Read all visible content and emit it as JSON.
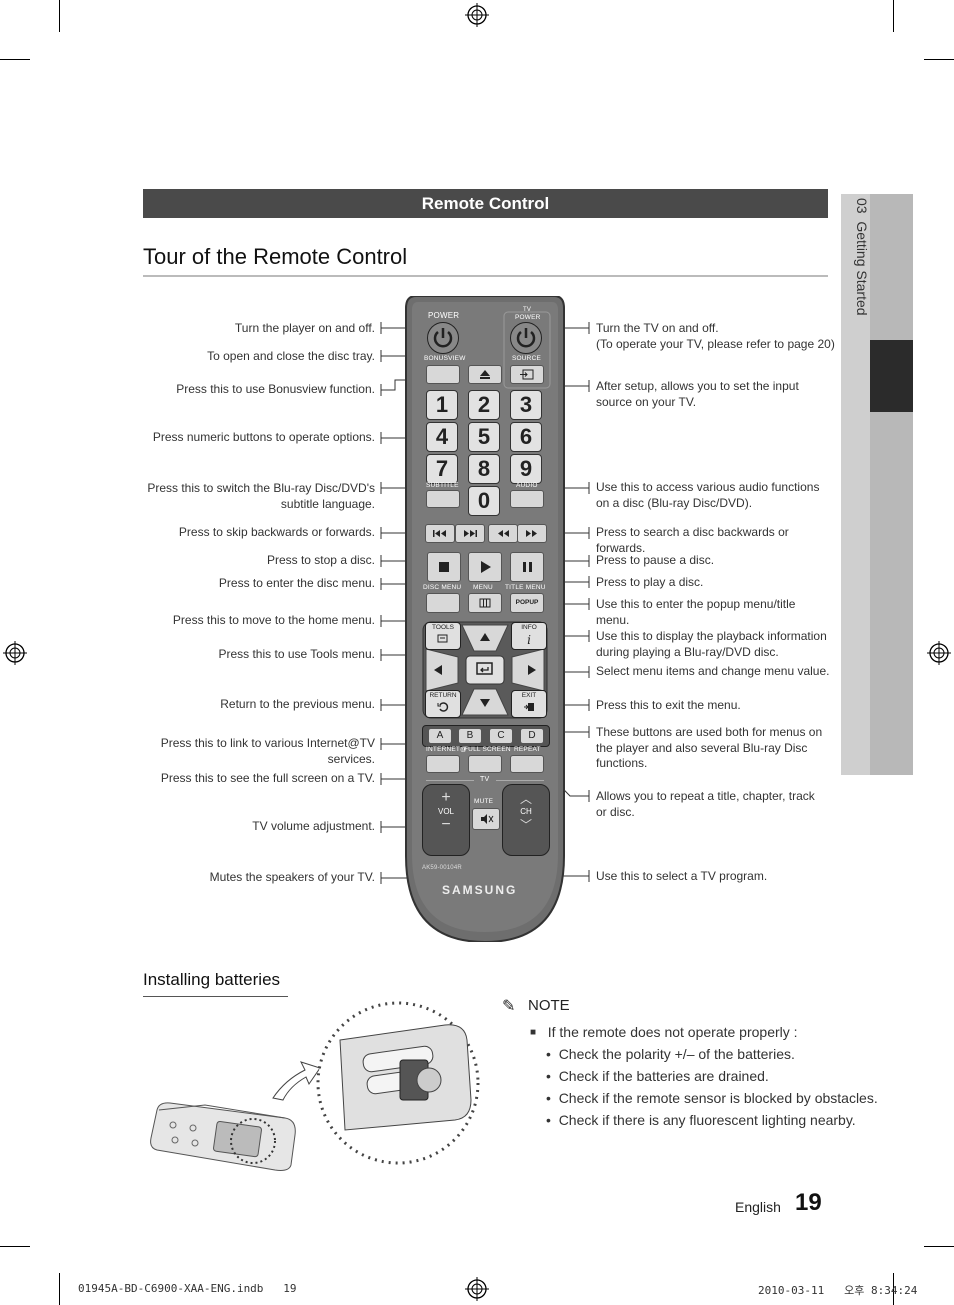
{
  "header": {
    "section": "Remote Control",
    "title": "Tour of the Remote Control"
  },
  "side_tab": {
    "chapter": "03",
    "label": "Getting Started"
  },
  "remote": {
    "buttons": {
      "power": "POWER",
      "tv_power_tv": "TV",
      "tv_power": "POWER",
      "bonusview": "BONUSVIEW",
      "source": "SOURCE",
      "numbers": [
        "1",
        "2",
        "3",
        "4",
        "5",
        "6",
        "7",
        "8",
        "9",
        "0"
      ],
      "subtitle": "SUBTITLE",
      "audio": "AUDIO",
      "disc_menu": "DISC MENU",
      "menu": "MENU",
      "title_menu": "TITLE MENU",
      "popup": "POPUP",
      "tools": "TOOLS",
      "info": "INFO",
      "return": "RETURN",
      "exit": "EXIT",
      "colors": [
        "A",
        "B",
        "C",
        "D"
      ],
      "internet": "INTERNET@",
      "full_screen": "FULL SCREEN",
      "repeat": "REPEAT",
      "tv": "TV",
      "mute": "MUTE",
      "vol": "VOL",
      "ch": "CH",
      "model": "AK59-00104R",
      "brand": "SAMSUNG"
    }
  },
  "left_callouts": [
    "Turn the player on and off.",
    "To open and close the disc tray.",
    "Press this to use Bonusview function.",
    "Press numeric buttons to operate options.",
    "Press this to switch the Blu-ray Disc/DVD's subtitle language.",
    "Press to skip backwards or forwards.",
    "Press to stop a disc.",
    "Press to enter the disc menu.",
    "Press this to move to the home menu.",
    "Press this to use Tools menu.",
    "Return to the previous menu.",
    "Press this to link to various Internet@TV services.",
    "Press this to see the full screen on a TV.",
    "TV volume adjustment.",
    "Mutes the speakers of your TV."
  ],
  "right_callouts": [
    "Turn the TV on and off.",
    "(To operate your TV, please refer to page 20)",
    "After setup, allows you to set the input source on your TV.",
    "Use this to access various audio functions on a disc (Blu-ray Disc/DVD).",
    "Press to search a disc backwards or forwards.",
    "Press to pause a disc.",
    "Press to play a disc.",
    "Use this to enter the popup menu/title menu.",
    "Use this to display the playback information during playing a Blu-ray/DVD disc.",
    "Select menu items and change menu value.",
    "Press this to exit the menu.",
    "These buttons are used both for menus on the player and also several Blu-ray Disc functions.",
    "Allows you to repeat a title, chapter, track or disc.",
    "Use this to select a TV program."
  ],
  "batteries": {
    "heading": "Installing batteries",
    "note_title": "NOTE",
    "bullet": "If the remote does not operate properly :",
    "checks": [
      "Check the polarity +/– of the batteries.",
      "Check if the batteries are drained.",
      "Check if the remote sensor is blocked by obstacles.",
      "Check if there is any fluorescent lighting nearby."
    ]
  },
  "page": {
    "language": "English",
    "number": "19"
  },
  "print_footer": {
    "file": "01945A-BD-C6900-XAA-ENG.indb   19",
    "date": "2010-03-11   오후 8:34:24"
  }
}
